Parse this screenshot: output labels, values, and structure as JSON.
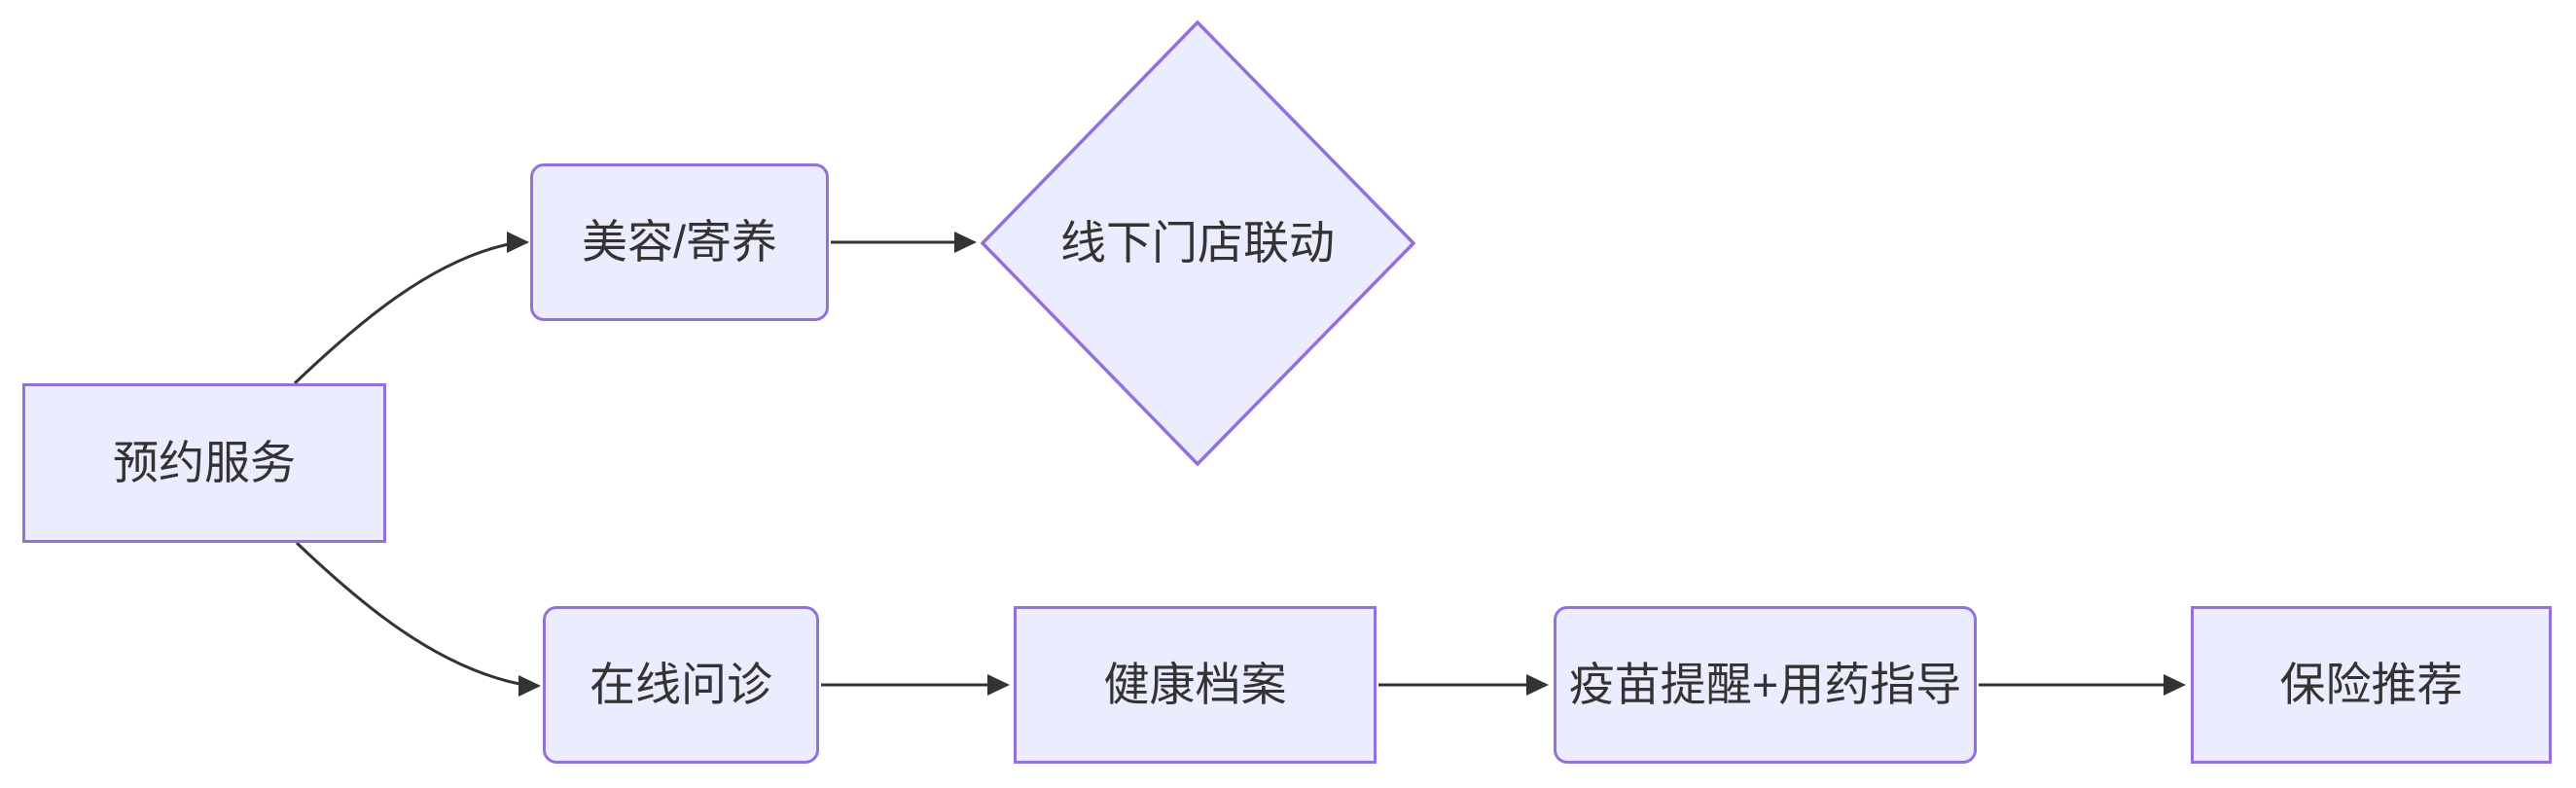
{
  "diagram": {
    "kind": "flowchart",
    "direction": "left-to-right",
    "background": "#ffffff",
    "colors": {
      "node_fill": "#ECECFF",
      "node_border": "#9370DB",
      "edge_line": "#333333",
      "text": "#333333"
    },
    "nodes": [
      {
        "id": "appointment",
        "label": "预约服务",
        "shape": "rectangle"
      },
      {
        "id": "grooming",
        "label": "美容/寄养",
        "shape": "rounded"
      },
      {
        "id": "offlineStore",
        "label": "线下门店联动",
        "shape": "diamond"
      },
      {
        "id": "consultation",
        "label": "在线问诊",
        "shape": "rounded"
      },
      {
        "id": "health",
        "label": "健康档案",
        "shape": "rectangle"
      },
      {
        "id": "vaccine",
        "label": "疫苗提醒+用药指导",
        "shape": "rounded"
      },
      {
        "id": "insurance",
        "label": "保险推荐",
        "shape": "rectangle"
      }
    ],
    "edges": [
      {
        "from": "appointment",
        "to": "grooming",
        "style": "curved-arrow"
      },
      {
        "from": "grooming",
        "to": "offlineStore",
        "style": "straight-arrow"
      },
      {
        "from": "appointment",
        "to": "consultation",
        "style": "curved-arrow"
      },
      {
        "from": "consultation",
        "to": "health",
        "style": "straight-arrow"
      },
      {
        "from": "health",
        "to": "vaccine",
        "style": "straight-arrow"
      },
      {
        "from": "vaccine",
        "to": "insurance",
        "style": "straight-arrow"
      }
    ]
  }
}
